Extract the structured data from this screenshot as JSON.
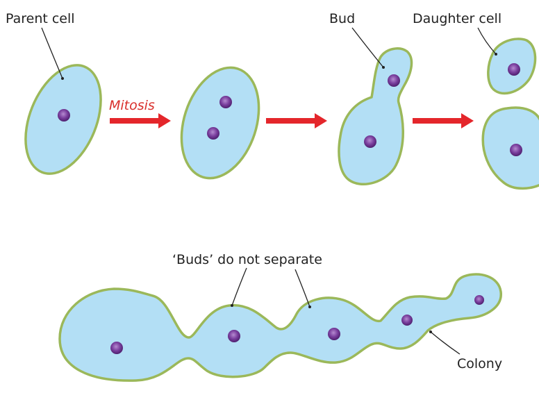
{
  "labels": {
    "parent_cell": "Parent cell",
    "mitosis": "Mitosis",
    "bud": "Bud",
    "daughter_cell": "Daughter cell",
    "buds_do_not_separate": "‘Buds’ do not separate",
    "colony": "Colony"
  },
  "colors": {
    "cytoplasm": "#b3dff5",
    "membrane": "#9bb85a",
    "nucleus": "#6a2d8a",
    "arrow": "#e4262b",
    "mitosis_text": "#d9302c"
  }
}
